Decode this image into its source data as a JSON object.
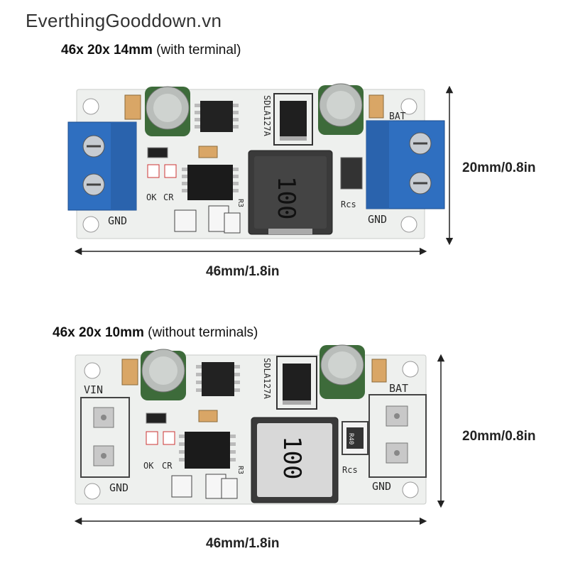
{
  "watermark": "EverthingGooddown.vn",
  "top_board": {
    "caption_main": "46x 20x 14mm",
    "caption_note": "(with terminal)",
    "height_label": "20mm/0.8in",
    "width_label": "46mm/1.8in",
    "silk": {
      "left_pad": "GND",
      "right_pad": "GND",
      "right_top": "BAT",
      "led_ok": "OK",
      "led_cr": "CR",
      "chip": "SDLA127A",
      "inductor": "100",
      "rcs": "Rcs",
      "r3": "R3"
    },
    "colors": {
      "pcb": "#eef0ee",
      "terminal": "#2f6fc0",
      "capacitor": "#3d6b3a"
    }
  },
  "bottom_board": {
    "caption_main": "46x 20x 10mm",
    "caption_note": "(without terminals)",
    "height_label": "20mm/0.8in",
    "width_label": "46mm/1.8in",
    "silk": {
      "vin": "VIN",
      "bat": "BAT",
      "left_gnd": "GND",
      "right_gnd": "GND",
      "led_ok": "OK",
      "led_cr": "CR",
      "chip": "SDLA127A",
      "inductor": "100",
      "rcs": "Rcs",
      "r3": "R3",
      "resistor_code": "R40"
    },
    "colors": {
      "pcb": "#eef0ee",
      "capacitor": "#3d6b3a"
    }
  }
}
